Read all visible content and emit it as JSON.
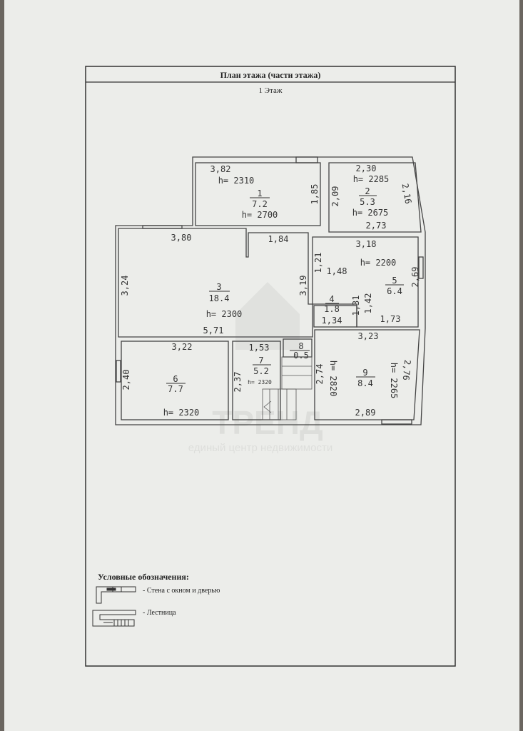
{
  "header": {
    "title": "План этажа (части этажа)",
    "floor": "1 Этаж"
  },
  "rooms": [
    {
      "number": "1",
      "area": "7.2",
      "heights": [
        "h= 2310",
        "h= 2700"
      ],
      "dims": [
        "3,82",
        "1,85"
      ]
    },
    {
      "number": "2",
      "area": "5.3",
      "heights": [
        "h= 2285",
        "h= 2675"
      ],
      "dims": [
        "2,30",
        "2,09",
        "2,16",
        "2,73"
      ]
    },
    {
      "number": "3",
      "area": "18.4",
      "heights": [
        "h= 2300"
      ],
      "dims": [
        "3,80",
        "1,84",
        "3,24",
        "3,19",
        "5,71"
      ]
    },
    {
      "number": "4",
      "area": "1.8",
      "heights": [],
      "dims": [
        "1,31",
        "1,34"
      ]
    },
    {
      "number": "5",
      "area": "6.4",
      "heights": [
        "h= 2200"
      ],
      "dims": [
        "3,18",
        "1,21",
        "1,48",
        "2,69",
        "1,42",
        "1,73"
      ]
    },
    {
      "number": "6",
      "area": "7.7",
      "heights": [
        "h= 2320"
      ],
      "dims": [
        "3,22",
        "2,40"
      ]
    },
    {
      "number": "7",
      "area": "5.2",
      "heights": [
        "h= 2320"
      ],
      "dims": [
        "1,53",
        "2,37"
      ]
    },
    {
      "number": "8",
      "area": "0.5",
      "heights": [],
      "dims": []
    },
    {
      "number": "9",
      "area": "8.4",
      "heights": [
        "h= 2820",
        "h= 2265"
      ],
      "dims": [
        "3,23",
        "2,74",
        "2,76",
        "2,89"
      ]
    }
  ],
  "watermark": {
    "brand": "ТРЕНД",
    "tagline": "единый центр недвижимости"
  },
  "legend": {
    "title": "Условные обозначения:",
    "items": [
      "- Стена с окном и дверью",
      "- Лестница"
    ]
  },
  "colors": {
    "paper": "#ecedea",
    "line": "#3a3a3a"
  }
}
